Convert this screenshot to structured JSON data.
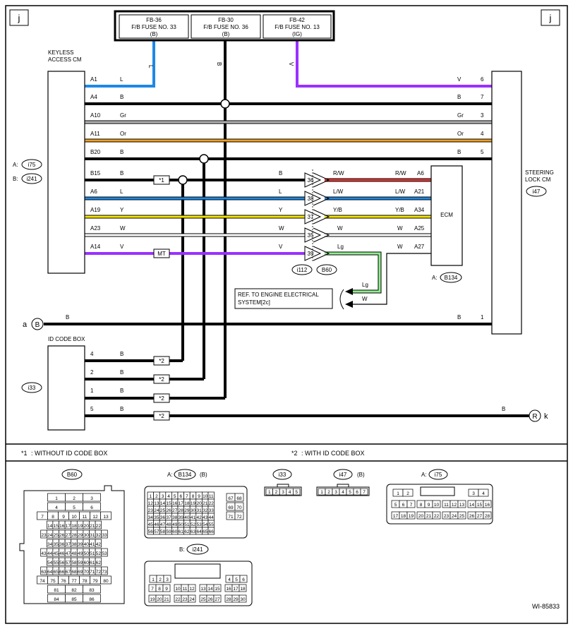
{
  "page": {
    "corner_left": "j",
    "corner_right": "j",
    "drawing_id": "WI-85833"
  },
  "fuses": [
    {
      "code": "FB-36",
      "name": "F/B FUSE NO. 33",
      "supply": "(B)",
      "wire": "L"
    },
    {
      "code": "FB-30",
      "name": "F/B FUSE NO. 36",
      "supply": "(B)",
      "wire": "B"
    },
    {
      "code": "FB-42",
      "name": "F/B FUSE NO. 13",
      "supply": "(IG)",
      "wire": "V"
    }
  ],
  "modules": {
    "keyless": {
      "title": [
        "KEYLESS",
        "ACCESS CM"
      ],
      "conn_a_label": "A:",
      "conn_a": "i75",
      "conn_b_label": "B:",
      "conn_b": "i241"
    },
    "steering": {
      "title": [
        "STEERING",
        "LOCK CM"
      ],
      "conn": "i47"
    },
    "ecm": {
      "title": "ECM",
      "conn_label": "A:",
      "conn": "B134"
    },
    "idbox": {
      "title": "ID CODE BOX",
      "conn": "i33"
    }
  },
  "wires_top": [
    {
      "pin": "A1",
      "color": "L",
      "end_color": "V",
      "end_pin": "6",
      "hex": "#1e88e5"
    },
    {
      "pin": "A4",
      "color": "B",
      "end_color": "B",
      "end_pin": "7",
      "hex": "#000000"
    },
    {
      "pin": "A10",
      "color": "Gr",
      "end_color": "Gr",
      "end_pin": "3",
      "hex": "#b4b4b4"
    },
    {
      "pin": "A11",
      "color": "Or",
      "end_color": "Or",
      "end_pin": "4",
      "hex": "#f0a020"
    },
    {
      "pin": "B20",
      "color": "B",
      "end_color": "B",
      "end_pin": "5",
      "hex": "#000000"
    }
  ],
  "wires_ecm": [
    {
      "pin": "B15",
      "color": "B",
      "splice": "*1",
      "pre_color": "B",
      "conn_pin": "36",
      "post_color": "R/W",
      "ecm_color": "R/W",
      "ecm_pin": "A6",
      "hex": "#e53935"
    },
    {
      "pin": "A6",
      "color": "L",
      "splice": "",
      "pre_color": "L",
      "conn_pin": "38",
      "post_color": "L/W",
      "ecm_color": "L/W",
      "ecm_pin": "A21",
      "hex": "#1e88e5"
    },
    {
      "pin": "A19",
      "color": "Y",
      "splice": "",
      "pre_color": "Y",
      "conn_pin": "37",
      "post_color": "Y/B",
      "ecm_color": "Y/B",
      "ecm_pin": "A34",
      "hex": "#f5e500"
    },
    {
      "pin": "A23",
      "color": "W",
      "splice": "",
      "pre_color": "W",
      "conn_pin": "35",
      "post_color": "W",
      "ecm_color": "W",
      "ecm_pin": "A25",
      "hex": "#ffffff"
    },
    {
      "pin": "A14",
      "color": "V",
      "splice": "MT",
      "pre_color": "V",
      "conn_pin": "39",
      "post_color": "Lg",
      "ecm_color": "W",
      "ecm_pin": "A27",
      "hex": "#9b30ff"
    }
  ],
  "mid_connectors": [
    "i112",
    "B60"
  ],
  "engine_ref": {
    "text": [
      "REF. TO ENGINE ELECTRICAL",
      "SYSTEM[2c]"
    ],
    "lg": "Lg",
    "w": "W"
  },
  "ground_a": {
    "letter": "a",
    "symbol": "B",
    "color": "B",
    "end_color": "B",
    "end_pin": "1"
  },
  "idbox_wires": [
    {
      "pin": "4",
      "color": "B",
      "splice": "*2"
    },
    {
      "pin": "2",
      "color": "B",
      "splice": "*2"
    },
    {
      "pin": "1",
      "color": "B",
      "splice": "*2"
    },
    {
      "pin": "5",
      "color": "B",
      "splice": "*2",
      "end_color": "B",
      "end_symbol": "R",
      "end_letter": "k"
    }
  ],
  "legend": {
    "note1_mark": "*1",
    "note1": ": WITHOUT ID CODE BOX",
    "note2_mark": "*2",
    "note2": ": WITH ID CODE BOX"
  },
  "connector_views": {
    "b60": {
      "name": "B60",
      "rows": [
        [
          "1",
          "2",
          "3"
        ],
        [
          "4",
          "5",
          "6"
        ],
        [
          "7",
          "8",
          "9",
          "10",
          "11",
          "12",
          "13"
        ],
        [
          "14",
          "15",
          "16",
          "17",
          "18",
          "19",
          "20",
          "21",
          "22"
        ],
        [
          "23",
          "24",
          "25",
          "26",
          "27",
          "28",
          "29",
          "30",
          "31",
          "32",
          "33"
        ],
        [
          "34",
          "35",
          "36",
          "37",
          "38",
          "39",
          "40",
          "41",
          "42"
        ],
        [
          "43",
          "44",
          "45",
          "46",
          "47",
          "48",
          "49",
          "50",
          "51",
          "52",
          "53"
        ],
        [
          "54",
          "55",
          "56",
          "57",
          "58",
          "59",
          "60",
          "61",
          "62"
        ],
        [
          "63",
          "64",
          "65",
          "66",
          "67",
          "68",
          "69",
          "70",
          "71",
          "72",
          "73"
        ],
        [
          "74",
          "75",
          "76",
          "77",
          "78",
          "79",
          "80"
        ],
        [
          "81",
          "82",
          "83"
        ],
        [
          "84",
          "85",
          "86"
        ]
      ]
    },
    "b134": {
      "label": "A:",
      "name": "B134",
      "suffix": "(B)",
      "rows": [
        [
          "1",
          "2",
          "3",
          "4",
          "5",
          "6",
          "7",
          "8",
          "9",
          "10",
          "11"
        ],
        [
          "12",
          "13",
          "14",
          "15",
          "16",
          "17",
          "18",
          "19",
          "20",
          "21",
          "22"
        ],
        [
          "23",
          "24",
          "25",
          "26",
          "27",
          "28",
          "29",
          "30",
          "31",
          "32",
          "33"
        ],
        [
          "34",
          "35",
          "36",
          "37",
          "38",
          "39",
          "40",
          "41",
          "42",
          "43",
          "44"
        ],
        [
          "45",
          "46",
          "47",
          "48",
          "49",
          "50",
          "51",
          "52",
          "53",
          "54",
          "55"
        ],
        [
          "56",
          "57",
          "58",
          "59",
          "60",
          "61",
          "62",
          "63",
          "64",
          "65",
          "66"
        ]
      ],
      "side": [
        [
          "67",
          "68"
        ],
        [
          "69",
          "70"
        ],
        [
          "71",
          "72"
        ]
      ]
    },
    "i33": {
      "name": "i33",
      "pins": [
        "1",
        "2",
        "3",
        "4",
        "5"
      ]
    },
    "i47": {
      "name": "i47",
      "suffix": "(B)",
      "pins": [
        "1",
        "2",
        "3",
        "4",
        "5",
        "6",
        "7"
      ]
    },
    "i75": {
      "label": "A:",
      "name": "i75",
      "rows": [
        [
          "1",
          "2",
          "",
          "",
          "",
          "",
          "",
          "",
          "",
          "3",
          "4"
        ],
        [
          "5",
          "6",
          "7",
          "8",
          "9",
          "10",
          "11",
          "12",
          "13",
          "14",
          "15",
          "16"
        ],
        [
          "17",
          "18",
          "19",
          "20",
          "21",
          "22",
          "23",
          "24",
          "25",
          "26",
          "27",
          "28"
        ]
      ]
    },
    "i241": {
      "label": "B:",
      "name": "i241",
      "rows": [
        [
          "1",
          "2",
          "3",
          "4",
          "5",
          "6"
        ],
        [
          "7",
          "8",
          "9",
          "10",
          "11",
          "12",
          "13",
          "14",
          "15",
          "16",
          "17",
          "18"
        ],
        [
          "19",
          "20",
          "21",
          "22",
          "23",
          "24",
          "25",
          "26",
          "27",
          "28",
          "29",
          "30"
        ]
      ]
    }
  }
}
